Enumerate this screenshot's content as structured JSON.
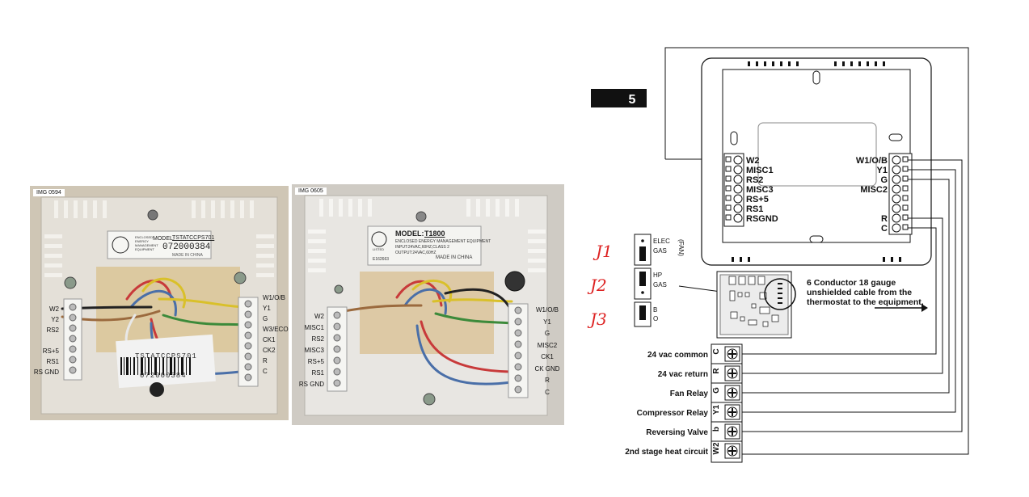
{
  "photo1": {
    "tag": "IMG 0594",
    "model_prefix": "MODEL:",
    "model": "TSTATCCPS701",
    "serial": "072000384",
    "label_small": [
      "ENCLOSED",
      "ENERGY",
      "MANAGEMENT",
      "EQUIPMENT"
    ],
    "made_in": "MADE IN CHINA",
    "left_terminals": [
      "W2",
      "Y2",
      "RS2",
      "",
      "RS+5",
      "RS1",
      "RS GND"
    ],
    "right_terminals": [
      "W1/O/B",
      "Y1",
      "G",
      "W3/ECO",
      "CK1",
      "CK2",
      "R",
      "C"
    ],
    "sticker_text": "TSTATCCPS701",
    "sticker_serial": "072000384"
  },
  "photo2": {
    "tag": "IMG 0605",
    "model_prefix": "MODEL:",
    "model": "T1800",
    "line1": "ENCLOSED ENERGY MANAGEMENT EQUIPMENT",
    "line2": "INPUT:24VAC,60HZ,CLASS 2",
    "line3": "OUTPUT:24VAC,60HZ",
    "listed": "LISTED",
    "code": "E162663",
    "made_in": "MADE IN CHINA",
    "left_terminals": [
      "W2",
      "MISC1",
      "RS2",
      "MISC3",
      "RS+5",
      "RS1",
      "RS GND"
    ],
    "right_terminals": [
      "W1/O/B",
      "Y1",
      "G",
      "MISC2",
      "CK1",
      "CK GND",
      "R",
      "C"
    ]
  },
  "diagram": {
    "step_number": "5",
    "left_terminals": [
      "W2",
      "MISC1",
      "RS2",
      "MISC3",
      "RS+5",
      "RS1",
      "RSGND"
    ],
    "right_terminals": [
      "W1/O/B",
      "Y1",
      "G",
      "MISC2",
      "",
      "",
      "R",
      "C"
    ],
    "jumpers": [
      {
        "label": "J1",
        "opt_a": "ELEC",
        "opt_b": "GAS"
      },
      {
        "label": "J2",
        "opt_a": "HP",
        "opt_b": "GAS"
      },
      {
        "label": "J3",
        "opt_a": "B",
        "opt_b": "O"
      }
    ],
    "fan_label": "(FAN)",
    "cable_note": [
      "6 Conductor 18 gauge",
      "unshielded cable from the",
      "thermostat to the equipment."
    ],
    "equipment_rows": [
      {
        "desc": "24 vac common",
        "term": "C"
      },
      {
        "desc": "24 vac return",
        "term": "R"
      },
      {
        "desc": "Fan Relay",
        "term": "G"
      },
      {
        "desc": "Compressor Relay",
        "term": "Y1"
      },
      {
        "desc": "Reversing Valve",
        "term": "b"
      },
      {
        "desc": "2nd stage heat circuit",
        "term": "W2"
      }
    ]
  }
}
